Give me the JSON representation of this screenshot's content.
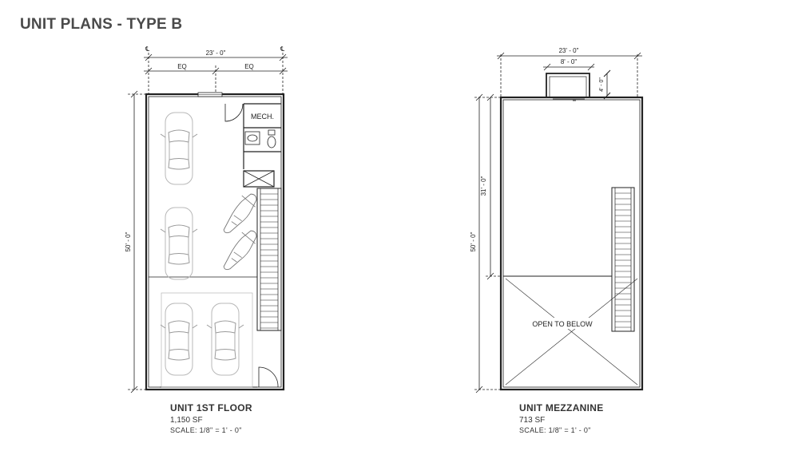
{
  "title": "UNIT PLANS - TYPE B",
  "first_floor": {
    "caption": "UNIT 1ST FLOOR",
    "area": "1,150 SF",
    "scale": "SCALE: 1/8\" = 1' - 0\"",
    "dim_overall_width": "23' - 0\"",
    "dim_eq_left": "EQ",
    "dim_eq_right": "EQ",
    "dim_depth": "50' - 0\"",
    "room_mech": "MECH."
  },
  "mezzanine": {
    "caption": "UNIT MEZZANINE",
    "area": "713 SF",
    "scale": "SCALE: 1/8\" = 1' - 0\"",
    "dim_overall_width": "23' - 0\"",
    "dim_bump_width": "8' - 0\"",
    "dim_bump_depth": "4' - 0\"",
    "dim_mezz_depth": "31' - 0\"",
    "dim_depth": "50' - 0\"",
    "open_label": "OPEN TO BELOW"
  }
}
